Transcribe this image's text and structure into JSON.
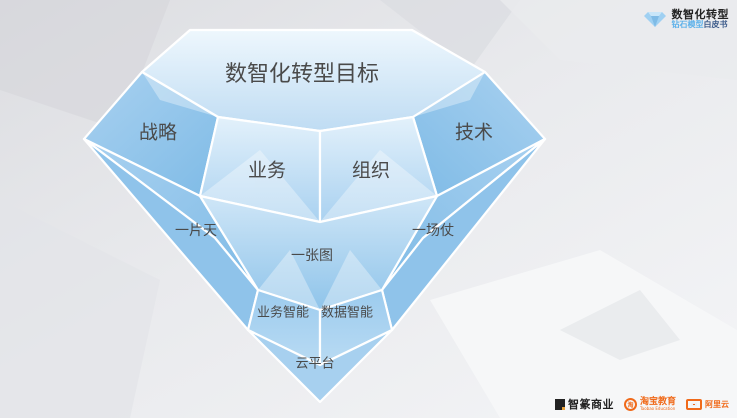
{
  "header": {
    "brand_title": "数智化转型",
    "brand_sub_highlight": "钻石模型",
    "brand_sub_rest": "白皮书"
  },
  "diagram": {
    "title": "数智化转型目标",
    "crown_left": "战略",
    "crown_right": "技术",
    "star_left": "业务",
    "star_right": "组织",
    "girdle_left": "一片天",
    "girdle_center": "一张图",
    "girdle_right": "一场仗",
    "pavilion_left": "业务智能",
    "pavilion_right": "数据智能",
    "culet": "云平台"
  },
  "footer": {
    "logos": [
      {
        "name": "智篆商业"
      },
      {
        "name": "淘宝教育",
        "sub": "Taobao Education",
        "mark": "淘"
      },
      {
        "name": "阿里云"
      }
    ]
  },
  "colors": {
    "facet_light": "#e6f3fc",
    "facet_mid": "#b9dbf3",
    "facet_dark": "#8ec4ea",
    "edge": "#ffffff",
    "label": "#4a4a4a",
    "brand_blue": "#5fb2ea",
    "partner_orange": "#f06a1a"
  }
}
